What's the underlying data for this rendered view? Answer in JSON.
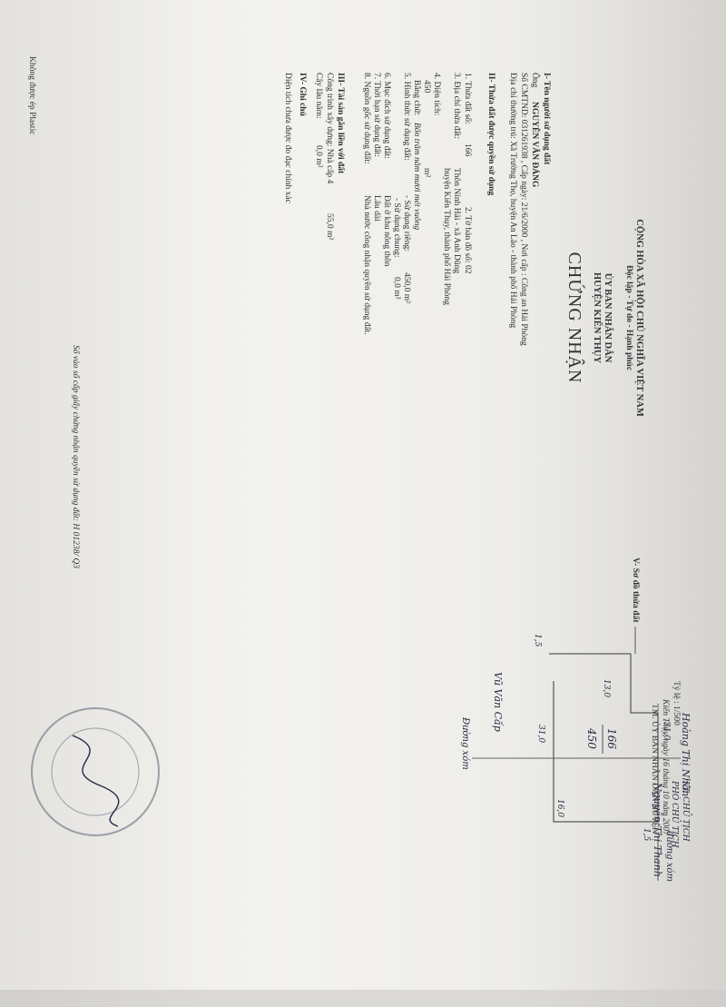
{
  "header": {
    "nation": "CỘNG HÒA XÃ HỘI CHỦ NGHĨA VIỆT NAM",
    "motto": "Độc lập - Tự do - Hạnh phúc",
    "issuer_line1": "ỦY BAN NHÂN DÂN",
    "issuer_line2": "HUYỆN KIẾN THỤY",
    "title": "CHỨNG NHẬN"
  },
  "section1": {
    "heading": "I- Tên người sử dụng đất",
    "owner_label": "Ông",
    "owner_name": "NGUYỄN VĂN ĐẢNG",
    "id_line": "Số CMTND: 031261938 , Cấp ngày: 21/6/2000 , Nơi cấp : Công an Hải Phòng",
    "address_line": "Địa chỉ thường trú: Xã Trường Thọ, huyện An Lão - thành phố Hải Phòng"
  },
  "section2": {
    "heading": "II- Thửa đất được quyền sử dụng",
    "line1_label": "1. Thửa đất số:",
    "line1_value": "166",
    "line1b": "2. Tờ bản đồ số:  02",
    "line3_label": "3. Địa chỉ thửa đất:",
    "line3_value": "Thôn Ninh Hải - xã Anh Dũng",
    "line3_value2": "huyện Kiến Thụy, thành phố Hải Phòng",
    "line4_label": "4. Diện tích:",
    "line4_value": "450",
    "line4_unit": "m²",
    "line4_words_label": "Bằng chữ:",
    "line4_words": "Bốn trăm năm mươi mét vuông",
    "line5_label": "5. Hình thức sử dụng đất:",
    "line5_private": "- Sử dụng riêng:",
    "line5_private_val": "450,0 m²",
    "line5_common": "- Sử dụng chung:",
    "line5_common_val": "0,0 m²",
    "line6_label": "6. Mục đích sử dụng đất:",
    "line6_value": "Đất ở khu nông thôn",
    "line7_label": "7. Thời hạn sử dụng đất:",
    "line7_value": "Lâu dài",
    "line8_label": "8. Nguồn gốc sử dụng đất:",
    "line8_value": "Nhà nước công nhận quyền sử dụng đất."
  },
  "section3": {
    "heading": "III- Tài sản gắn liền với đất",
    "building_label": "Công trình xây dựng: Nhà cấp 4",
    "building_value": "55,0 m²",
    "trees_label": "Cây lâu năm:",
    "trees_value": "0,0 m²"
  },
  "section4": {
    "heading": "IV- Ghi chú",
    "note": "Diện tích chưa được đo đạc chính xác"
  },
  "footer_left": "Không được ép Plastic",
  "registry_line": "Số vào sổ cấp giấy chứng nhận quyền sử dụng đất: H 01238/ Q3",
  "section5": {
    "heading": "V- Sơ đồ thửa đất",
    "road_top": "đường xóm",
    "road_left": "Đường xóm",
    "neighbor_right": "Hoàng Thị Nhàn",
    "neighbor_bottom": "Vũ Văn Cấp",
    "parcel_number": "166",
    "parcel_area": "450",
    "dim_top": "31,0",
    "dim_right": "31,0",
    "dim_left": "13,0",
    "dim_bottom": "16,0",
    "dim_offset": "1,5",
    "dim_offset2": "1,5"
  },
  "signature": {
    "scale": "Tỷ lệ : 1/500",
    "date_line": "Kiến Thụy, ngày 16 tháng 10 năm 2007",
    "on_behalf": "TM. ỦY BAN NHÂN DÂN HUYỆN",
    "position": "KT. CHỦ TỊCH",
    "position2": "PHÓ CHỦ TỊCH",
    "signer": "Nguyễn Thị Thanh"
  }
}
